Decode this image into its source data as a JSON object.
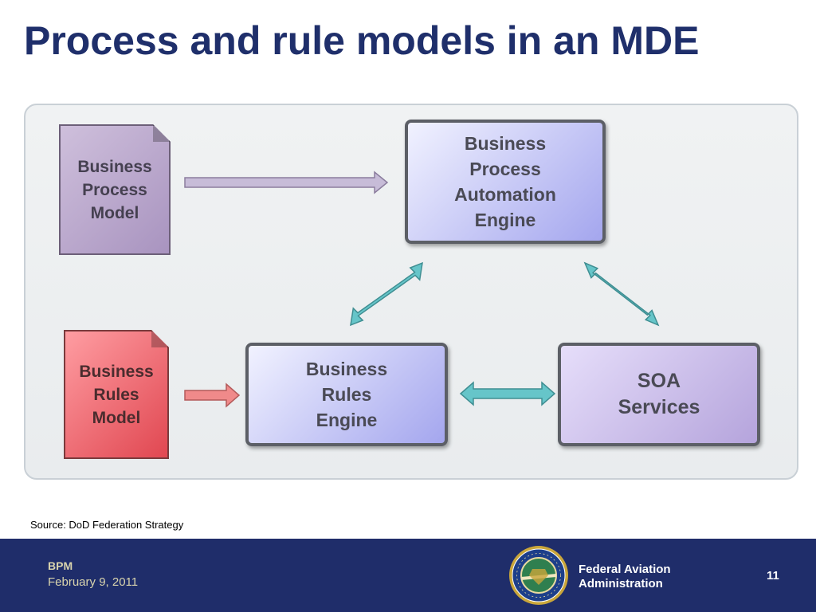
{
  "slide": {
    "title": "Process and rule models in an MDE",
    "source": "Source: DoD Federation Strategy"
  },
  "diagram": {
    "business_process_model": "Business\nProcess\nModel",
    "business_rules_model": "Business\nRules\nModel",
    "bpa_engine": "Business\nProcess\nAutomation\nEngine",
    "rules_engine": "Business\nRules\nEngine",
    "soa_services": "SOA\nServices",
    "colors": {
      "process_model_fill": "#b9a8cc",
      "rules_model_fill": "#f06870",
      "engine_fill": "#b3b5f0",
      "soa_fill": "#c6b8e6",
      "bidirectional_arrow": "#66c5c9",
      "process_arrow": "#c7bcd8",
      "rules_arrow": "#f08a8a"
    }
  },
  "footer": {
    "bpm_label": "BPM",
    "date": "February 9, 2011",
    "agency": "Federal Aviation\nAdministration",
    "page_number": "11",
    "seal_icon": "faa-seal-icon",
    "background": "#1f2d6a"
  }
}
